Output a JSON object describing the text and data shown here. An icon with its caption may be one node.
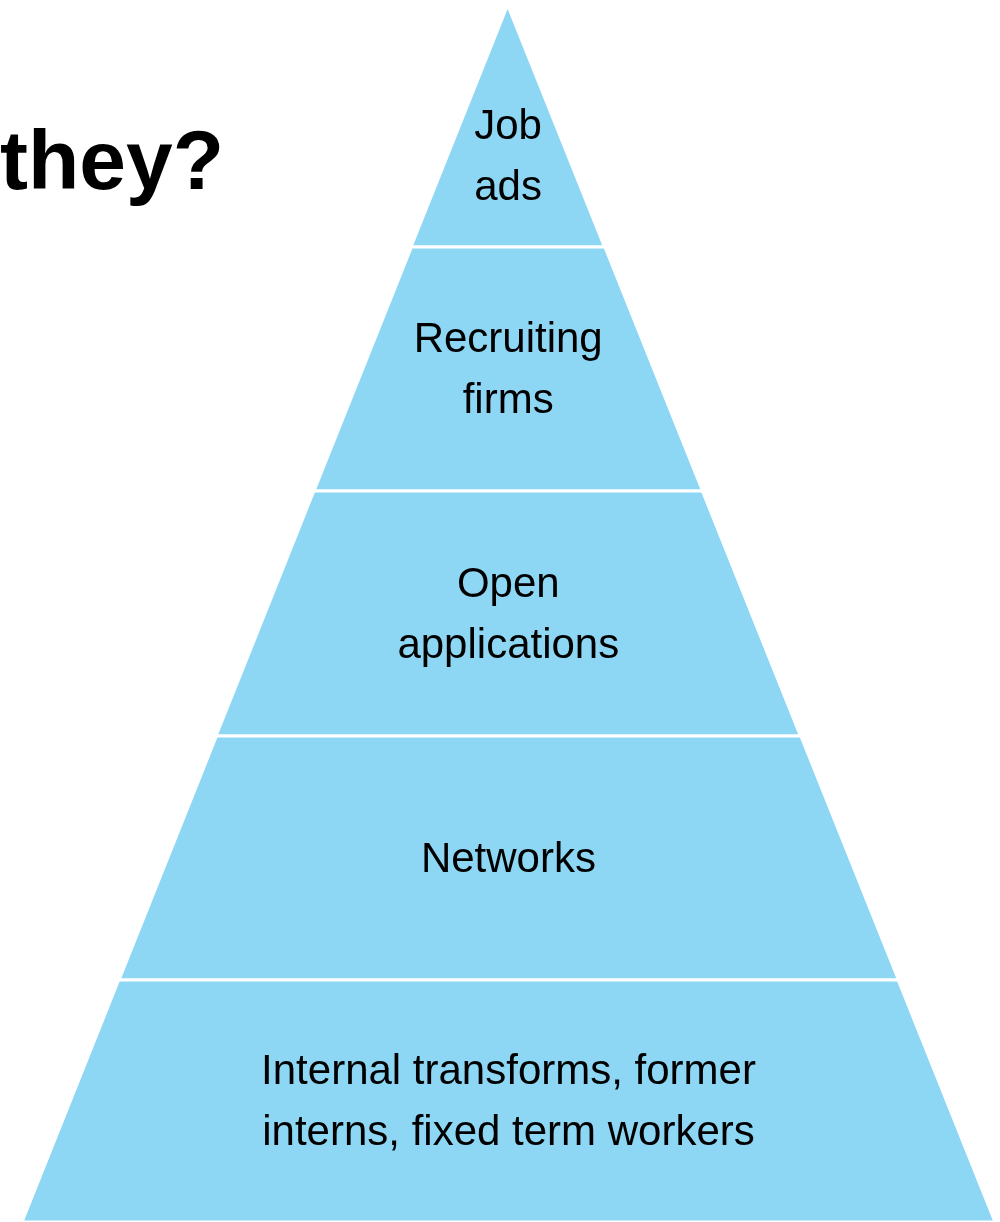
{
  "diagram": {
    "title": "they?",
    "nodes": [
      {
        "text": [
          "Job ads"
        ]
      },
      {
        "text": [
          "Recruiting firms"
        ]
      },
      {
        "text": [
          "Open applications"
        ]
      },
      {
        "text": [
          "Networks"
        ]
      },
      {
        "text": [
          "Internal transforms, former interns, fixed term workers"
        ]
      }
    ]
  }
}
